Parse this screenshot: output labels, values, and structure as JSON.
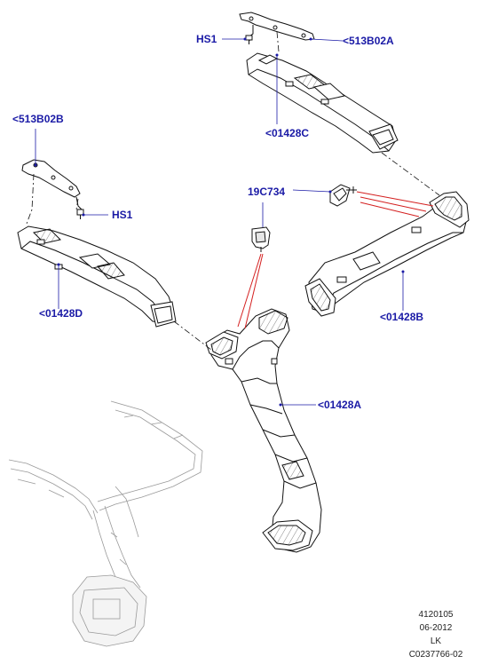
{
  "colors": {
    "callout_text": "#1a1aa6",
    "callout_line": "#1a1aa6",
    "part_stroke": "#111111",
    "part_fill": "#ffffff",
    "highlight_line": "#d42020",
    "ghost_stroke": "#9a9a9a"
  },
  "callouts": {
    "hs1_top": "HS1",
    "bracket_top": "<513B02A",
    "duct_c": "<01428C",
    "bracket_left": "<513B02B",
    "hs1_left": "HS1",
    "clip": "19C734",
    "duct_d": "<01428D",
    "duct_b": "<01428B",
    "duct_a": "<01428A"
  },
  "meta": {
    "ref_number": "4120105",
    "date": "06-2012",
    "initials": "LK",
    "image_code": "C0237766-02"
  },
  "icons": {
    "screw": "screw-icon",
    "clip": "push-clip-icon",
    "pin_clip": "pin-clip-icon"
  }
}
